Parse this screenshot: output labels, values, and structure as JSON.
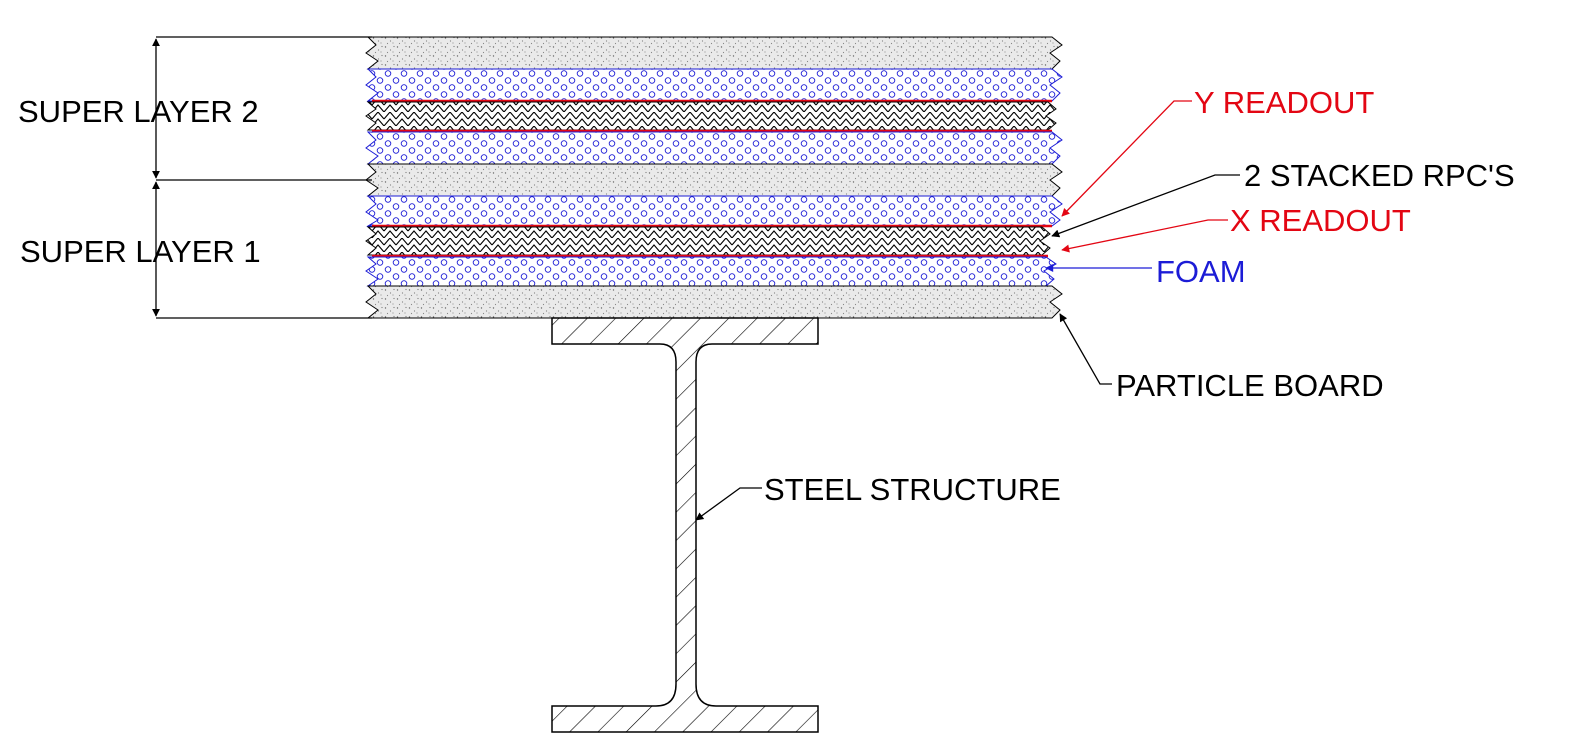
{
  "labels": {
    "super_layer_2": "SUPER LAYER 2",
    "super_layer_1": "SUPER LAYER 1",
    "y_readout": "Y READOUT",
    "stacked_rpcs": "2 STACKED RPC'S",
    "x_readout": "X READOUT",
    "foam": "FOAM",
    "particle_board": "PARTICLE BOARD",
    "steel_structure": "STEEL STRUCTURE"
  },
  "layer_stack": [
    "particle board",
    "foam",
    "y readout",
    "2 stacked rpc's",
    "x readout",
    "foam",
    "particle board",
    "foam",
    "y readout",
    "2 stacked rpc's",
    "x readout",
    "foam",
    "particle board"
  ],
  "colors": {
    "line": "#000000",
    "readout": "#e30613",
    "foam": "#1c1cd6",
    "board_fill": "#e9e9e9",
    "board_dot": "#6a6a6a"
  }
}
